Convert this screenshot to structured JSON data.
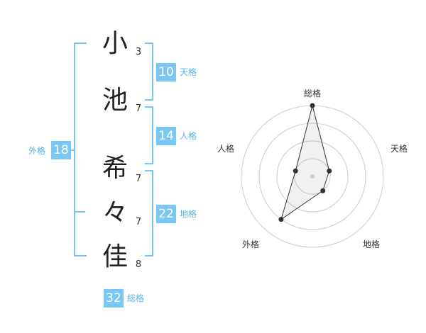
{
  "name": {
    "chars": [
      "小",
      "池",
      "希",
      "々",
      "佳"
    ],
    "strokes": [
      "3",
      "7",
      "7",
      "7",
      "8"
    ]
  },
  "fortunes": {
    "tenkaku": {
      "value": "10",
      "label": "天格"
    },
    "jinkaku": {
      "value": "14",
      "label": "人格"
    },
    "chikaku": {
      "value": "22",
      "label": "地格"
    },
    "gaikaku": {
      "value": "18",
      "label": "外格"
    },
    "soukaku": {
      "value": "32",
      "label": "総格"
    }
  },
  "radar": {
    "axes": [
      "総格",
      "天格",
      "地格",
      "外格",
      "人格"
    ],
    "values": [
      4,
      1,
      1,
      3,
      1
    ],
    "max": 4,
    "rings": 4
  }
}
